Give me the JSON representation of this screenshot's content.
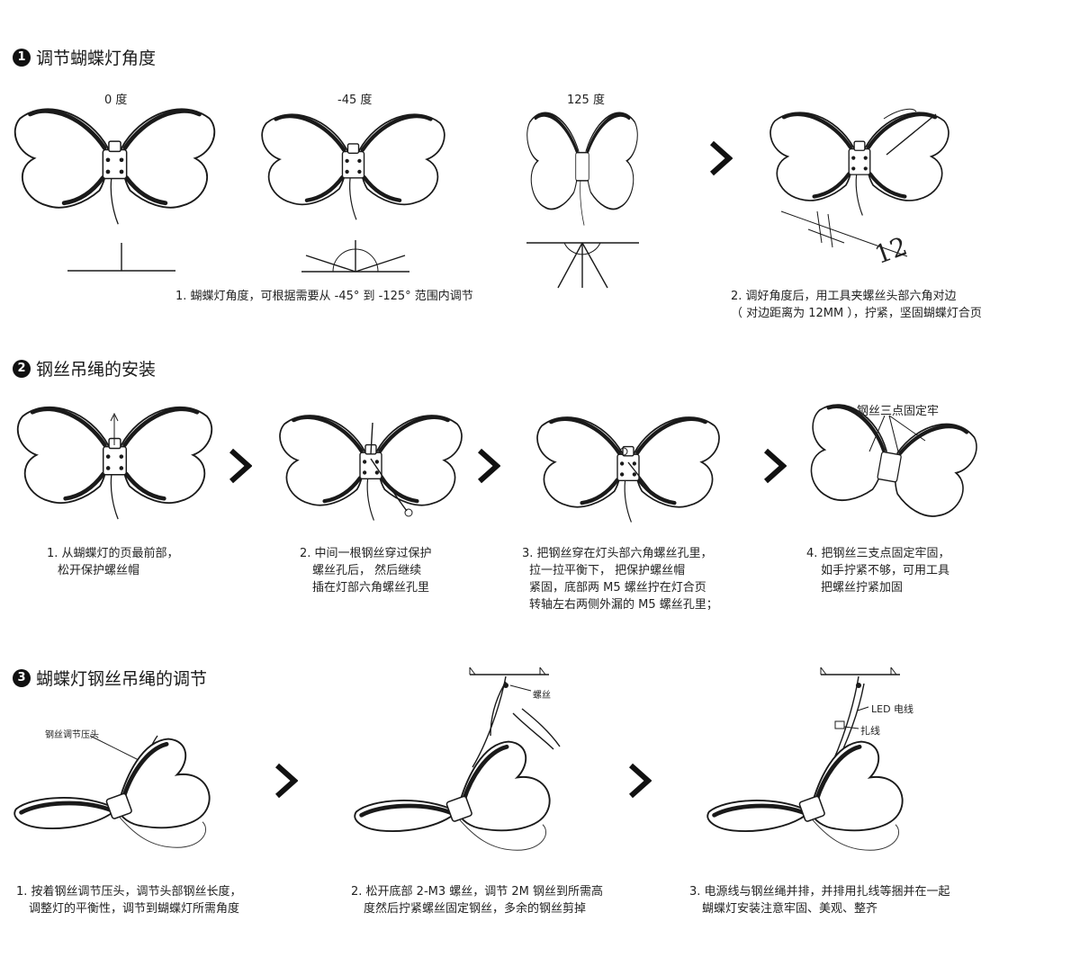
{
  "sections": [
    {
      "num": "1",
      "title": "调节蝴蝶灯角度"
    },
    {
      "num": "2",
      "title": "钢丝吊绳的安装"
    },
    {
      "num": "3",
      "title": "蝴蝶灯钢丝吊绳的调节"
    }
  ],
  "angles": {
    "a0": "0 度",
    "a45": "-45 度",
    "a125": "125 度"
  },
  "labels": {
    "dim12": "12",
    "three_point": "钢丝三点固定牢",
    "wire_clamp": "钢丝调节压头",
    "screw": "螺丝",
    "led_wire": "LED 电线",
    "tie": "扎线"
  },
  "captions": {
    "s1_1": [
      "1. 蝴蝶灯角度，可根据需要从 -45° 到 -125° 范围内调节"
    ],
    "s1_2": [
      "2. 调好角度后，用工具夹螺丝头部六角对边",
      "（ 对边距离为 12MM ），拧紧，坚固蝴蝶灯合页"
    ],
    "s2_1": [
      "1. 从蝴蝶灯的页最前部，",
      "松开保护螺丝帽"
    ],
    "s2_2": [
      "2. 中间一根钢丝穿过保护",
      "螺丝孔后，  然后继续",
      "插在灯部六角螺丝孔里"
    ],
    "s2_3": [
      "3. 把钢丝穿在灯头部六角螺丝孔里，",
      "拉一拉平衡下，  把保护螺丝帽",
      "紧固，底部两 M5 螺丝拧在灯合页",
      "转轴左右两侧外漏的 M5 螺丝孔里；"
    ],
    "s2_4": [
      "4. 把钢丝三支点固定牢固，",
      "如手拧紧不够，可用工具",
      "把螺丝拧紧加固"
    ],
    "s3_1": [
      "1. 按着钢丝调节压头，调节头部钢丝长度，",
      "调整灯的平衡性，调节到蝴蝶灯所需角度"
    ],
    "s3_2": [
      "2. 松开底部 2-M3 螺丝，调节 2M 钢丝到所需高",
      "度然后拧紧螺丝固定钢丝，多余的钢丝剪掉"
    ],
    "s3_3": [
      "3. 电源线与钢丝绳并排，并排用扎线等捆并在一起",
      "蝴蝶灯安装注意牢固、美观、整齐"
    ]
  }
}
